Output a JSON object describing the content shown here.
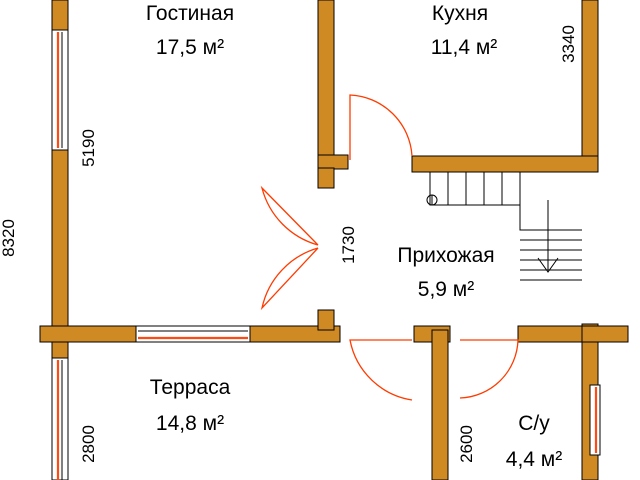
{
  "rooms": {
    "living_room": {
      "name": "Гостиная",
      "area": "17,5 м²"
    },
    "kitchen": {
      "name": "Кухня",
      "area": "11,4 м²"
    },
    "hallway": {
      "name": "Прихожая",
      "area": "5,9 м²"
    },
    "terrace": {
      "name": "Терраса",
      "area": "14,8 м²"
    },
    "bathroom": {
      "name": "С/у",
      "area": "4,4 м²"
    }
  },
  "dimensions": {
    "total_height": "8320",
    "living_room_height": "5190",
    "kitchen_height": "3340",
    "hallway_width": "1730",
    "terrace_height": "2800",
    "bathroom_height": "2600"
  },
  "colors": {
    "wall": "#d08a23",
    "door_arc": "#ff3b00",
    "window_glass": "#ff4a12"
  }
}
